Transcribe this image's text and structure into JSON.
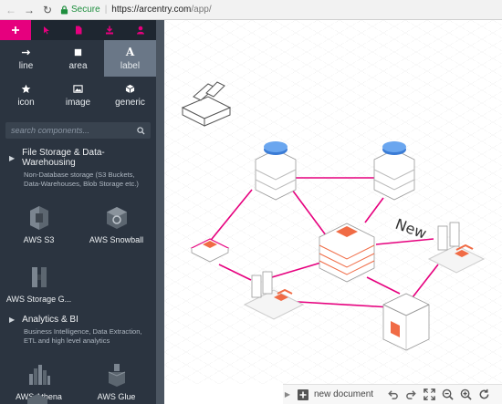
{
  "browser": {
    "secure_label": "Secure",
    "url_host": "https://arcentry.com",
    "url_path": "/app/"
  },
  "sidebar": {
    "tabs": [
      "add-icon",
      "cursor-icon",
      "document-icon",
      "download-icon",
      "user-icon"
    ],
    "tools": [
      {
        "label": "line",
        "icon": "line-arrow-icon"
      },
      {
        "label": "area",
        "icon": "square-icon"
      },
      {
        "label": "label",
        "icon": "text-a-icon",
        "active": true
      },
      {
        "label": "icon",
        "icon": "star-icon"
      },
      {
        "label": "image",
        "icon": "picture-icon"
      },
      {
        "label": "generic",
        "icon": "cube-icon"
      }
    ],
    "search_placeholder": "search components...",
    "categories": [
      {
        "title": "File Storage & Data-Warehousing",
        "description": "Non-Database storage (S3 Buckets, Data-Warehouses, Blob Storage etc.)",
        "components": [
          "AWS S3",
          "AWS Snowball",
          "AWS Storage G..."
        ]
      },
      {
        "title": "Analytics & BI",
        "description": "Business Intelligence, Data Extraction, ETL and high level analytics",
        "components": [
          "AWS Athena",
          "AWS Glue"
        ]
      }
    ]
  },
  "canvas": {
    "label_text": "New"
  },
  "bottombar": {
    "new_document": "new document"
  },
  "colors": {
    "accent": "#e6007e",
    "sidebar_bg": "#2b3440",
    "orange": "#f06b45",
    "blue": "#3a7bd5"
  }
}
